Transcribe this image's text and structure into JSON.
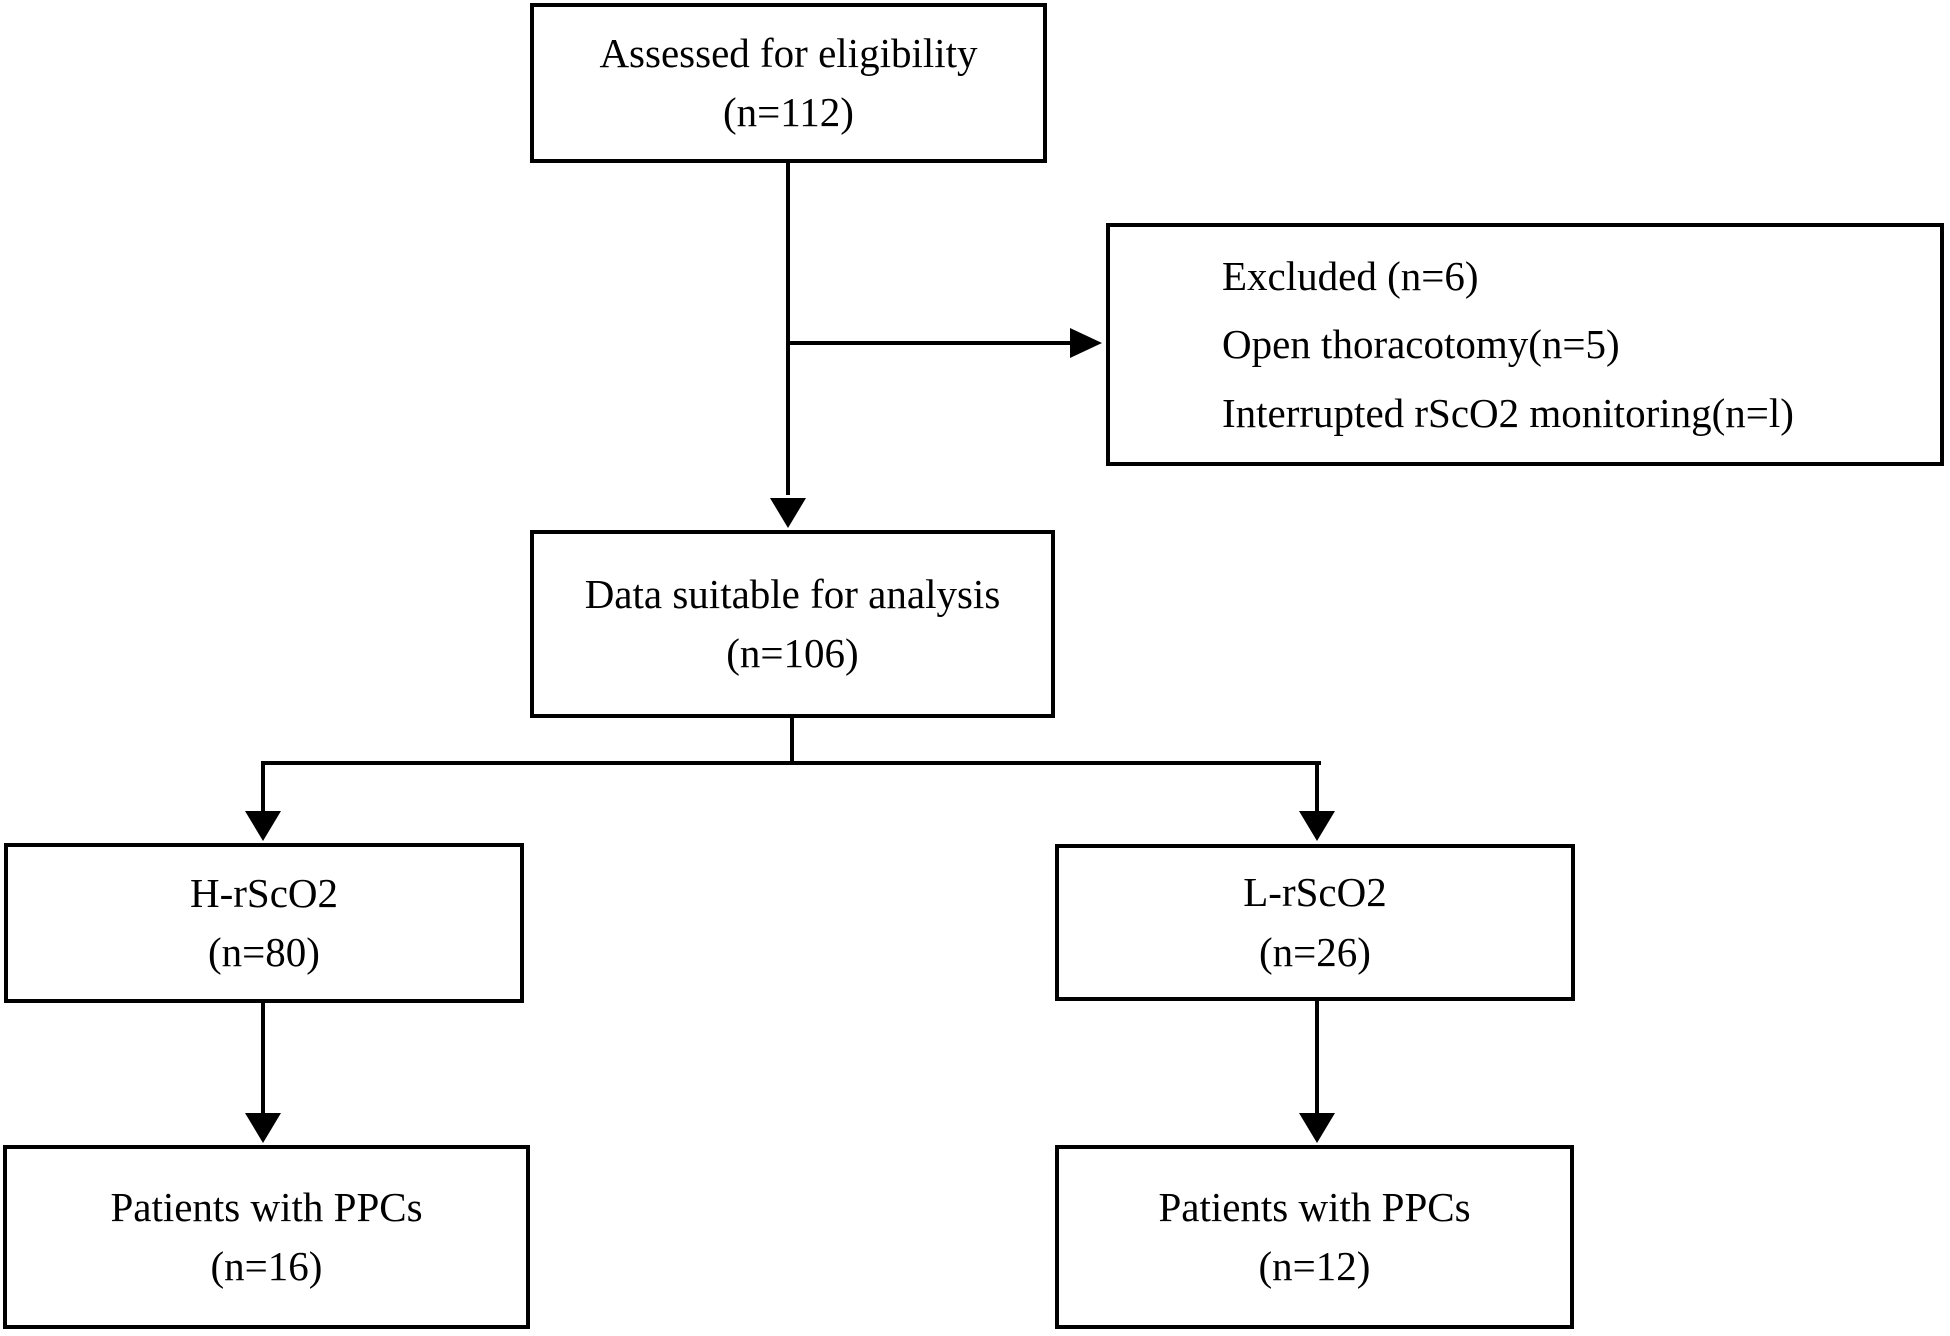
{
  "diagram": {
    "type": "flowchart",
    "description": "Patient flow diagram (CONSORT-style) for rScO2 monitoring study",
    "colors": {
      "background": "#ffffff",
      "box_border": "#000000",
      "connector": "#000000",
      "text": "#000000"
    },
    "boxes": {
      "eligibility": {
        "line1": "Assessed for eligibility",
        "line2": "(n=112)"
      },
      "excluded": {
        "line1": "Excluded (n=6)",
        "line2": "Open thoracotomy(n=5)",
        "line3": "Interrupted rScO2 monitoring(n=l)"
      },
      "analysis": {
        "line1": "Data suitable for analysis",
        "line2": "(n=106)"
      },
      "high_group": {
        "line1": "H-rScO2",
        "line2": "(n=80)"
      },
      "low_group": {
        "line1": "L-rScO2",
        "line2": "(n=26)"
      },
      "high_ppcs": {
        "line1": "Patients with PPCs",
        "line2": "(n=16)"
      },
      "low_ppcs": {
        "line1": "Patients with PPCs",
        "line2": "(n=12)"
      }
    },
    "edges": [
      {
        "from": "eligibility",
        "to": "analysis"
      },
      {
        "from": "eligibility",
        "to": "excluded"
      },
      {
        "from": "analysis",
        "to": "high_group"
      },
      {
        "from": "analysis",
        "to": "low_group"
      },
      {
        "from": "high_group",
        "to": "high_ppcs"
      },
      {
        "from": "low_group",
        "to": "low_ppcs"
      }
    ]
  }
}
